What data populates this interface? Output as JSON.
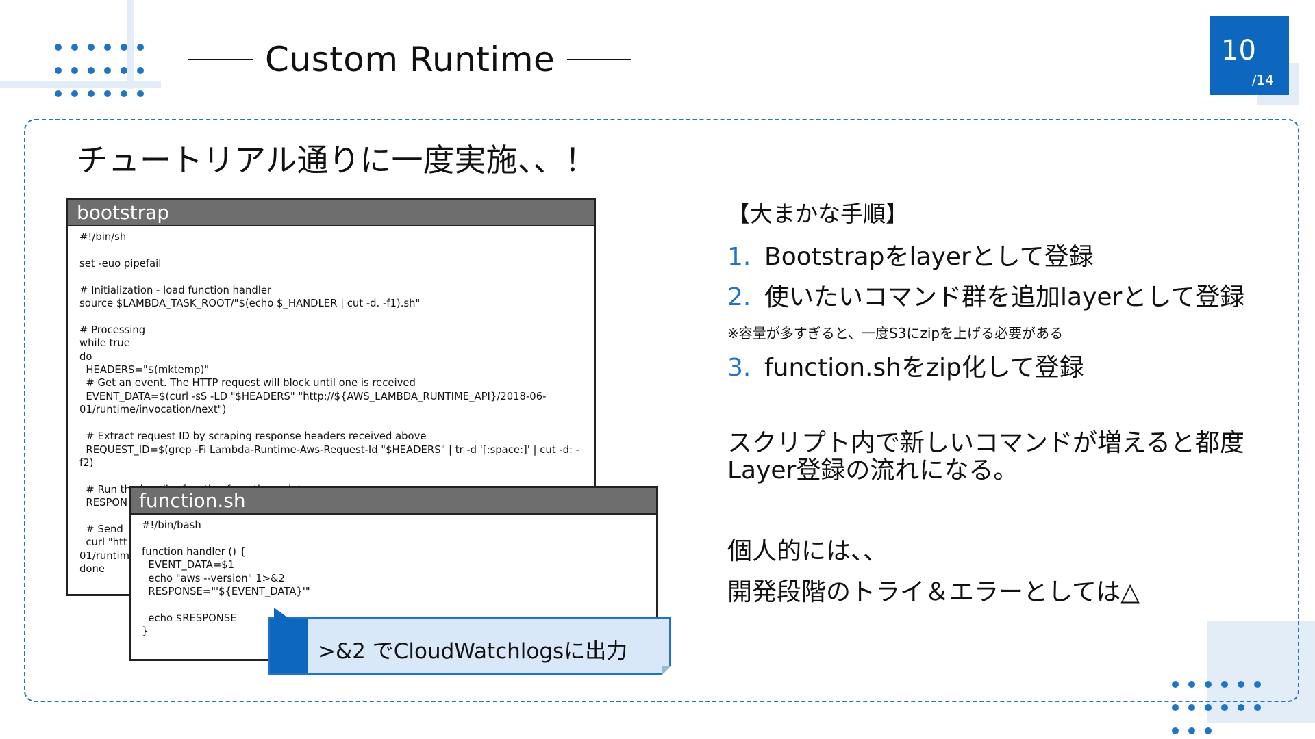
{
  "header": {
    "title": "Custom Runtime",
    "page_current": "10",
    "page_total": "/14"
  },
  "slide": {
    "headline": "チュートリアル通りに一度実施、、！",
    "bootstrap": {
      "title": "bootstrap",
      "code": "#!/bin/sh\n\nset -euo pipefail\n\n# Initialization - load function handler\nsource $LAMBDA_TASK_ROOT/\"$(echo $_HANDLER | cut -d. -f1).sh\"\n\n# Processing\nwhile true\ndo\n  HEADERS=\"$(mktemp)\"\n  # Get an event. The HTTP request will block until one is received\n  EVENT_DATA=$(curl -sS -LD \"$HEADERS\" \"http://${AWS_LAMBDA_RUNTIME_API}/2018-06-01/runtime/invocation/next\")\n\n  # Extract request ID by scraping response headers received above\n  REQUEST_ID=$(grep -Fi Lambda-Runtime-Aws-Request-Id \"$HEADERS\" | tr -d '[:space:]' | cut -d: -f2)\n\n  # Run the handler function from the script\n  RESPON\n\n  # Send\n  curl \"htt\n01/runtim\ndone"
    },
    "function_sh": {
      "title": "function.sh",
      "code": "#!/bin/bash\n\nfunction handler () {\n  EVENT_DATA=$1\n  echo \"aws --version\" 1>&2\n  RESPONSE=\"'${EVENT_DATA}'\"\n\n  echo $RESPONSE\n}"
    },
    "callout": ">&2 でCloudWatchlogsに出力",
    "steps_heading": "【大まかな手順】",
    "steps": [
      {
        "num": "1.",
        "text": "Bootstrapをlayerとして登録"
      },
      {
        "num": "2.",
        "text": "使いたいコマンド群を追加layerとして登録"
      },
      {
        "num": "3.",
        "text": "function.shをzip化して登録"
      }
    ],
    "step_note": "※容量が多すぎると、一度S3にzipを上げる必要がある",
    "paragraph1": "スクリプト内で新しいコマンドが増えると都度Layer登録の流れになる。",
    "paragraph2_line1": "個人的には、、",
    "paragraph2_line2": "開発段階のトライ＆エラーとしては△"
  },
  "colors": {
    "accent": "#0d67bf",
    "accent_light": "#e3edf8",
    "callout_bg": "#d9e8f8",
    "code_header": "#6e6e6e"
  }
}
